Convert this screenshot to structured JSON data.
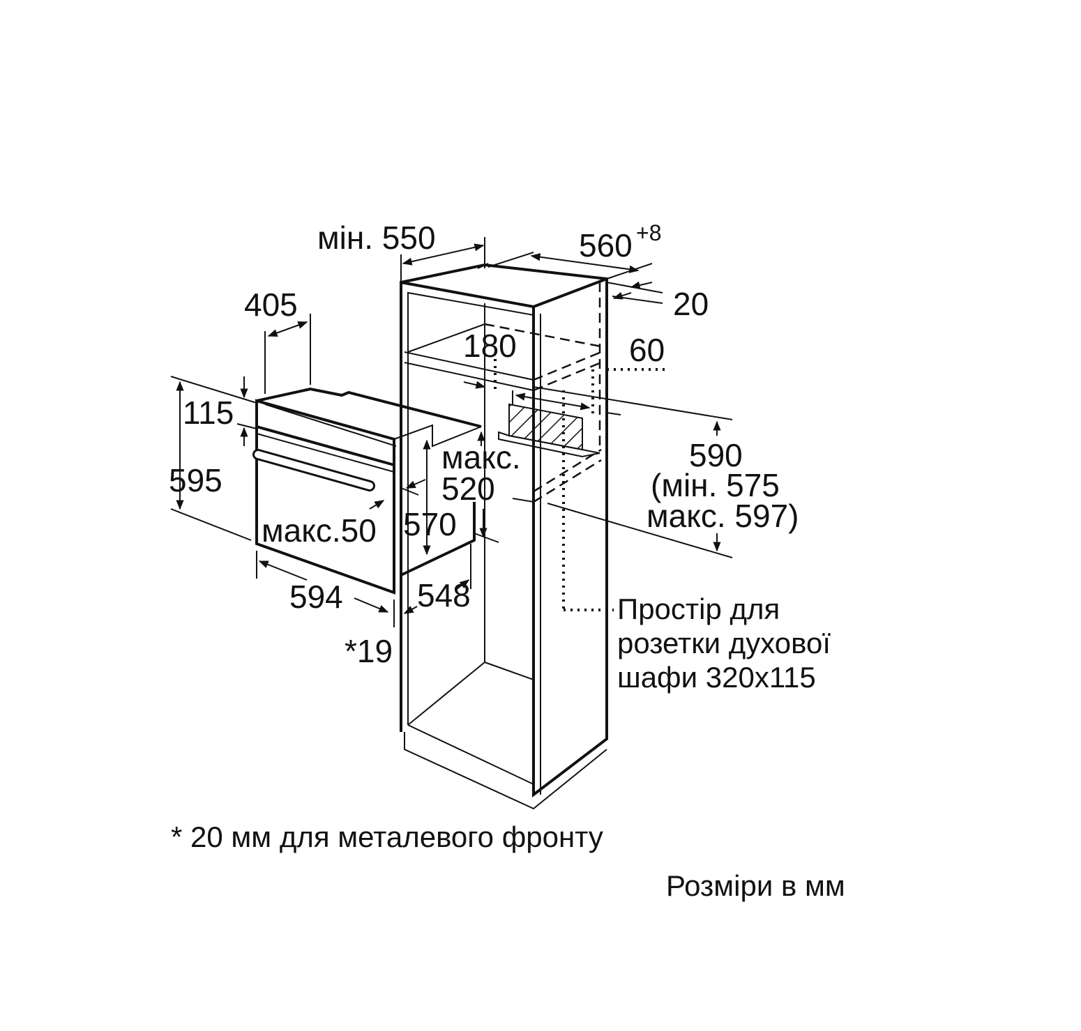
{
  "dimensions": {
    "min_550": "мін. 550",
    "w_560": "560",
    "w_560_tol": "+8",
    "d_20": "20",
    "d_405": "405",
    "h_115": "115",
    "h_595": "595",
    "d_180": "180",
    "d_60": "60",
    "max_label": "макс.",
    "max_520": "520",
    "h_590": "590",
    "h_590_min": "(мін. 575",
    "h_590_max": "макс. 597)",
    "max_50": "макс.50",
    "h_570": "570",
    "w_594": "594",
    "w_548": "548",
    "front_19": "*19"
  },
  "socket_note": [
    "Простір для",
    "розетки духової",
    "шафи 320x115"
  ],
  "footnote": "* 20 мм для металевого фронту",
  "units_note": "Розміри в мм"
}
